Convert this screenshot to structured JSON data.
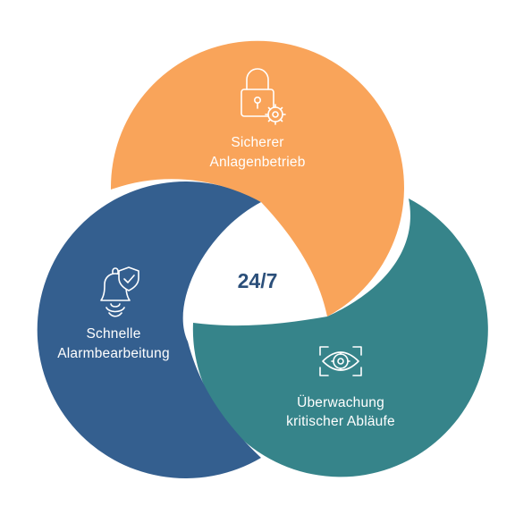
{
  "diagram": {
    "center_label": "24/7",
    "segments": [
      {
        "id": "top",
        "lines": [
          "Sicherer",
          "Anlagenbetrieb"
        ],
        "color": "#f9a45a",
        "icon": "padlock-gear-icon"
      },
      {
        "id": "left",
        "lines": [
          "Schnelle",
          "Alarmbearbeitung"
        ],
        "color": "#345f8f",
        "icon": "alarm-bell-shield-icon"
      },
      {
        "id": "right",
        "lines": [
          "Überwachung",
          "kritischer Abläufe"
        ],
        "color": "#36848a",
        "icon": "eye-monitoring-icon"
      }
    ]
  }
}
